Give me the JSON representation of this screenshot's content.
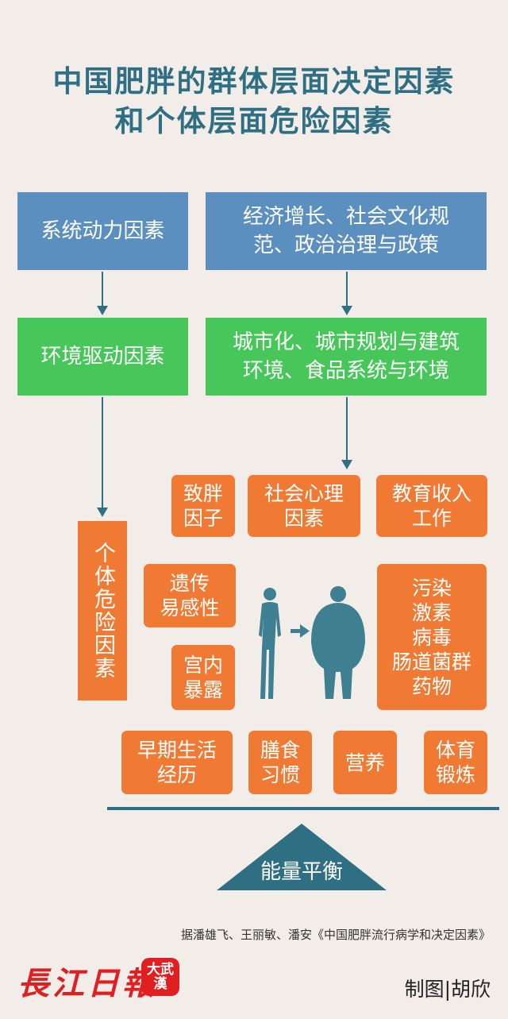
{
  "title": {
    "line1": "中国肥胖的群体层面决定因素",
    "line2": "和个体层面危险因素"
  },
  "rows": {
    "systemic_label": "系统动力因素",
    "systemic_detail_line1": "经济增长、社会文化规",
    "systemic_detail_line2": "范、政治治理与政策",
    "environment_label": "环境驱动因素",
    "environment_detail_line1": "城市化、城市规划与建筑",
    "environment_detail_line2": "环境、食品系统与环境",
    "individual_label": "个体危险因素"
  },
  "factors": {
    "obesogen": [
      "致胖",
      "因子"
    ],
    "psychosocial": [
      "社会心理",
      "因素"
    ],
    "education": [
      "教育收入",
      "工作"
    ],
    "genetic": [
      "遗传",
      "易感性"
    ],
    "uterine": [
      "宫内",
      "暴露"
    ],
    "pollution": [
      "污染",
      "激素",
      "病毒",
      "肠道菌群",
      "药物"
    ],
    "early_life": [
      "早期生活",
      "经历"
    ],
    "diet": [
      "膳食",
      "习惯"
    ],
    "nutrition": "营养",
    "exercise": [
      "体育",
      "锻炼"
    ]
  },
  "energy_balance": "能量平衡",
  "source": "据潘雄飞、王丽敏、潘安《中国肥胖流行病学和决定因素》",
  "logo": {
    "text": "長江日報",
    "badge": "大武漢"
  },
  "credit": "制图|胡欣",
  "colors": {
    "title": "#2f6f84",
    "blue_box": "#5b8fbf",
    "green_box": "#47c759",
    "orange_box": "#f07a34",
    "figure": "#3f7f92",
    "background": "#f3ede9"
  }
}
